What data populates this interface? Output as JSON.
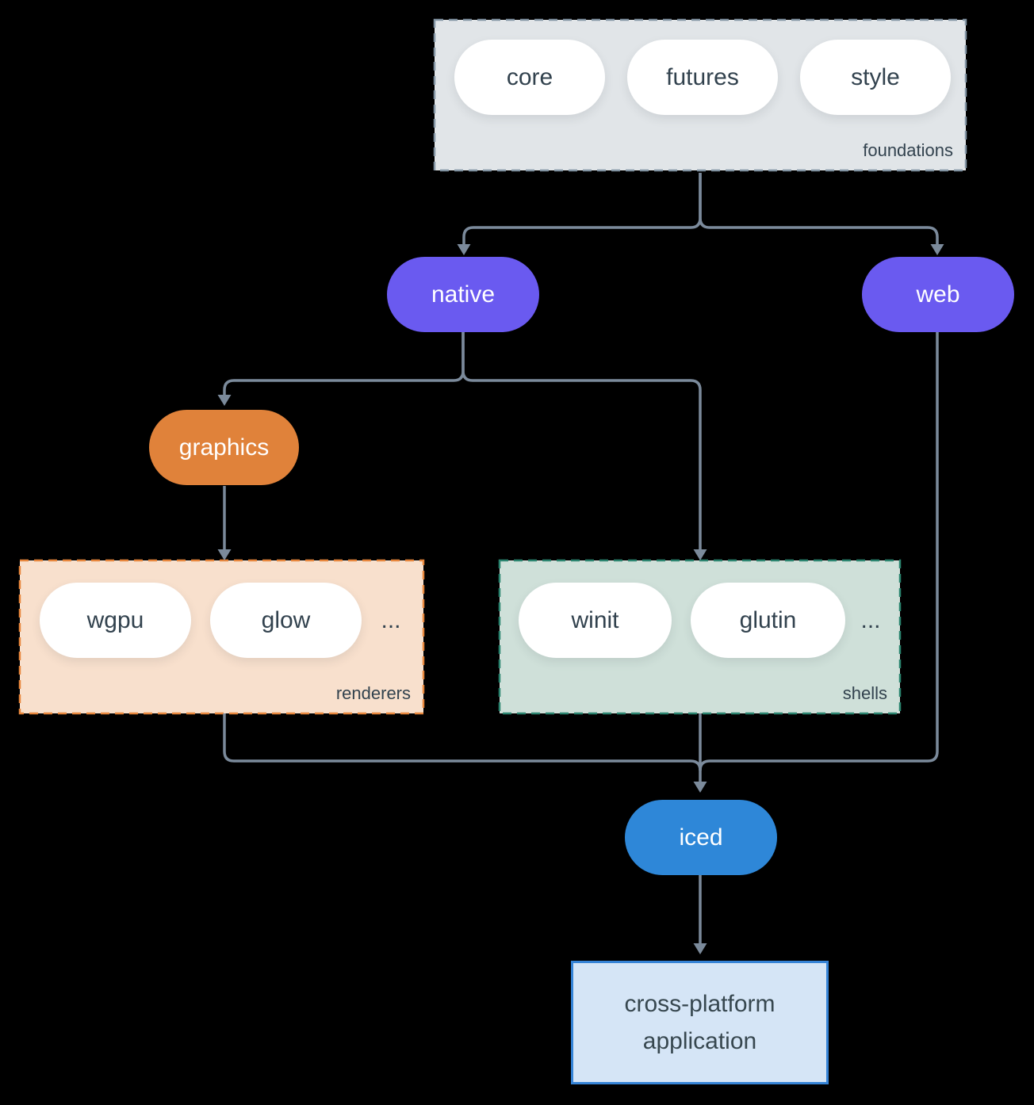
{
  "colors": {
    "background": "#000000",
    "connector": "#7b8a9b",
    "foundations_fill": "#e1e5e8",
    "foundations_border": "#8294a3",
    "purple": "#6a5af0",
    "orange": "#e0823a",
    "renderers_fill": "#f8e0cd",
    "renderers_border": "#e8863c",
    "shells_fill": "#cfe0d9",
    "shells_border": "#2b8570",
    "blue": "#2e87d8",
    "app_fill": "#d5e5f6",
    "app_border": "#3583d6",
    "pill_text_dark": "#32424e",
    "pill_text_light": "#ffffff",
    "app_text": "#37474f"
  },
  "diagram": {
    "foundations": {
      "label": "foundations",
      "pills": [
        "core",
        "futures",
        "style"
      ]
    },
    "native": {
      "label": "native"
    },
    "web": {
      "label": "web"
    },
    "graphics": {
      "label": "graphics"
    },
    "renderers": {
      "label": "renderers",
      "pills": [
        "wgpu",
        "glow"
      ],
      "ellipsis": "..."
    },
    "shells": {
      "label": "shells",
      "pills": [
        "winit",
        "glutin"
      ],
      "ellipsis": "..."
    },
    "iced": {
      "label": "iced"
    },
    "application": {
      "label_line1": "cross-platform",
      "label_line2": "application"
    }
  }
}
